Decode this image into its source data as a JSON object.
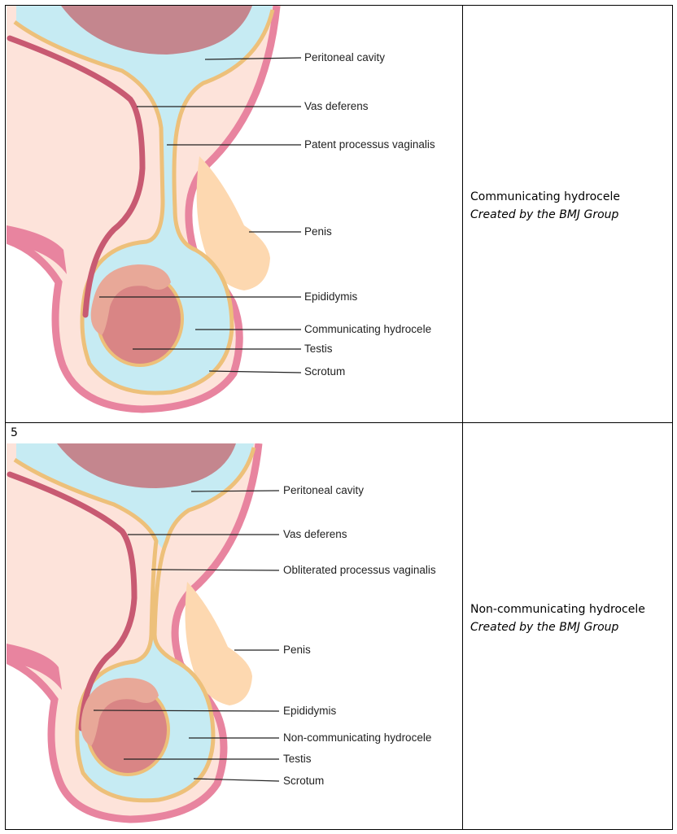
{
  "rows": [
    {
      "number": "",
      "caption": "Communicating hydrocele",
      "credit": "Created by the BMJ Group",
      "labels": {
        "peritoneal": "Peritoneal cavity",
        "vas": "Vas deferens",
        "processus": "Patent processus vaginalis",
        "penis": "Penis",
        "epididymis": "Epididymis",
        "hydrocele": "Communicating hydrocele",
        "testis": "Testis",
        "scrotum": "Scrotum"
      }
    },
    {
      "number": "5",
      "caption": "Non-communicating hydrocele",
      "credit": "Created by the BMJ Group",
      "labels": {
        "peritoneal": "Peritoneal cavity",
        "vas": "Vas deferens",
        "processus": "Obliterated processus vaginalis",
        "penis": "Penis",
        "epididymis": "Epididymis",
        "hydrocele": "Non-communicating hydrocele",
        "testis": "Testis",
        "scrotum": "Scrotum"
      }
    }
  ],
  "colors": {
    "skin_pink": "#e8849f",
    "tissue_peach": "#fde3da",
    "fluid_blue": "#c6ebf3",
    "membrane_tan": "#edc07a",
    "vas_red": "#c85a72",
    "testis": "#d98585",
    "epididymis": "#e8a898",
    "penis": "#fdd8b0",
    "bowel": "#c4868e"
  }
}
